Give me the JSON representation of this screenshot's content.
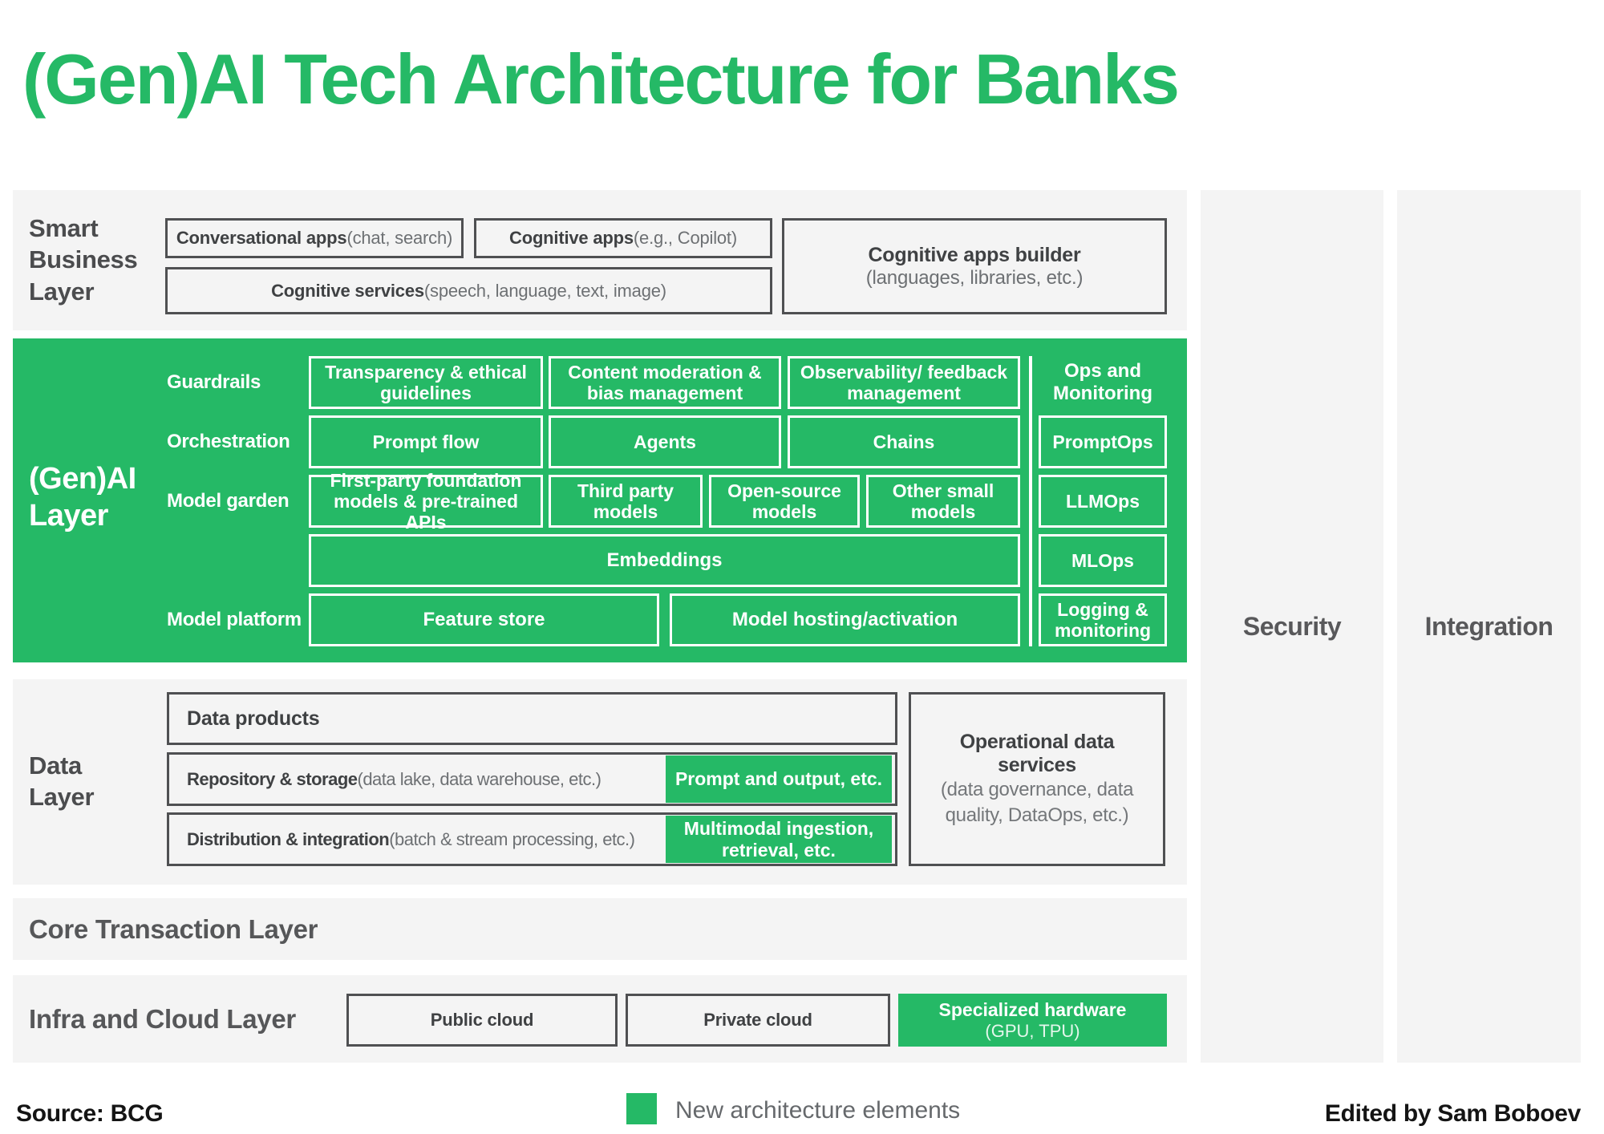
{
  "title": "(Gen)AI Tech Architecture for Banks",
  "colors": {
    "green": "#25b966",
    "band_bg": "#f4f4f4",
    "box_border": "#4f5052"
  },
  "smart": {
    "label": "Smart Business Layer",
    "conversational_bold": "Conversational apps",
    "conversational_rest": " (chat, search)",
    "cognitive_apps_bold": "Cognitive apps",
    "cognitive_apps_rest": " (e.g., Copilot)",
    "cognitive_services_bold": "Cognitive services",
    "cognitive_services_rest": " (speech, language, text, image)",
    "builder_bold": "Cognitive apps builder",
    "builder_rest": "(languages, libraries, etc.)"
  },
  "genai": {
    "label": "(Gen)AI Layer",
    "row_guardrails": "Guardrails",
    "row_orchestration": "Orchestration",
    "row_model_garden": "Model garden",
    "row_model_platform": "Model platform",
    "guardrails": [
      "Transparency & ethical guidelines",
      "Content moderation & bias management",
      "Observability/ feedback management"
    ],
    "orchestration": [
      "Prompt flow",
      "Agents",
      "Chains"
    ],
    "model_garden": [
      "First-party foundation models & pre-trained APIs",
      "Third party models",
      "Open-source models",
      "Other small models"
    ],
    "embeddings": "Embeddings",
    "model_platform": [
      "Feature store",
      "Model hosting/activation"
    ],
    "ops_header": "Ops and Monitoring",
    "ops": [
      "PromptOps",
      "LLMOps",
      "MLOps",
      "Logging & monitoring"
    ]
  },
  "data_layer": {
    "label": "Data Layer",
    "products": "Data products",
    "repository_bold": "Repository & storage",
    "repository_rest": " (data lake, data warehouse, etc.)",
    "repository_green": "Prompt and output, etc.",
    "distribution_bold": "Distribution & integration",
    "distribution_rest": " (batch & stream processing, etc.)",
    "distribution_green": "Multimodal ingestion, retrieval, etc.",
    "operational_bold": "Operational data services",
    "operational_rest": "(data governance, data quality, DataOps, etc.)"
  },
  "core": {
    "label": "Core Transaction Layer"
  },
  "infra": {
    "label": "Infra and Cloud Layer",
    "public_cloud": "Public cloud",
    "private_cloud": "Private cloud",
    "specialized_bold": "Specialized hardware",
    "specialized_rest": "(GPU, TPU)"
  },
  "security_label": "Security",
  "integration_label": "Integration",
  "footer": {
    "source": "Source: BCG",
    "legend": "New architecture elements",
    "credit": "Edited by Sam Boboev"
  }
}
